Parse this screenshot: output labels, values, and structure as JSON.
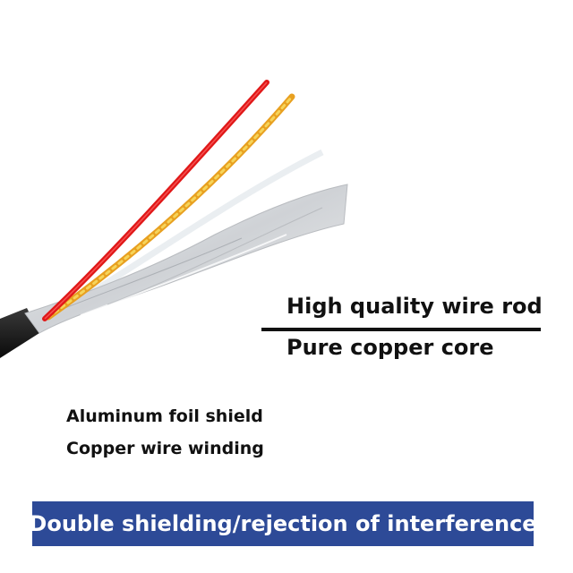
{
  "headline": {
    "primary": "High quality wire rod",
    "secondary": "Pure copper core"
  },
  "features": [
    "Aluminum foil shield",
    "Copper wire winding"
  ],
  "banner": {
    "text": "Double shielding/rejection of interference"
  },
  "colors": {
    "banner_background": "#2d4a97",
    "red_wire": "#e01818",
    "yellow_wire": "#e8a020",
    "text": "#111111"
  }
}
